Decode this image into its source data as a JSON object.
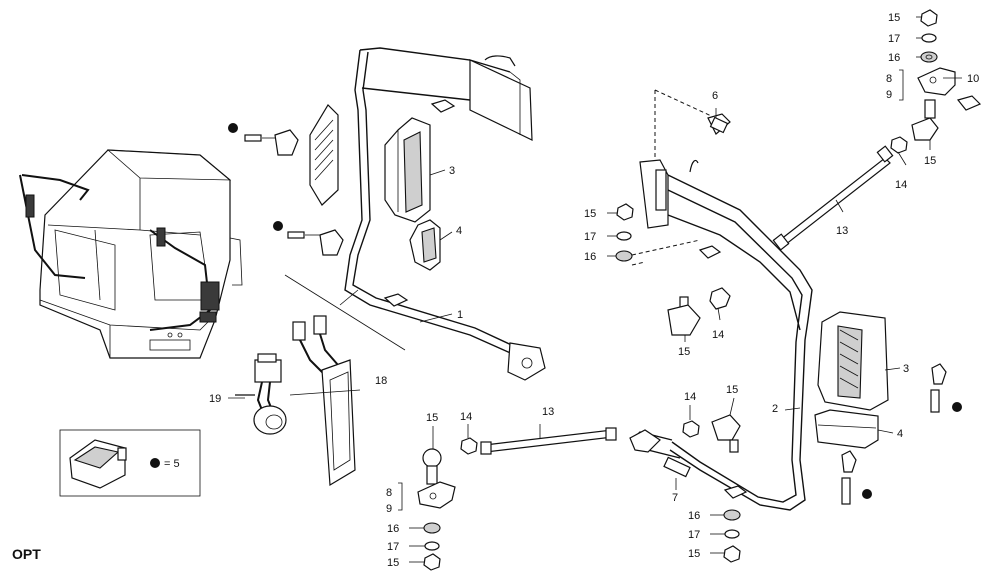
{
  "figure": {
    "variant_label": "OPT",
    "legend_text": "= 5"
  },
  "callouts": {
    "c1": "1",
    "c2": "2",
    "c3a": "3",
    "c3b": "3",
    "c4a": "4",
    "c4b": "4",
    "c6": "6",
    "c7": "7",
    "c8a": "8",
    "c9a": "9",
    "c8b": "8",
    "c9b": "9",
    "c10": "10",
    "c13a": "13",
    "c13b": "13",
    "c14a": "14",
    "c14b": "14",
    "c14c": "14",
    "c14d": "14",
    "c15a": "15",
    "c15b": "15",
    "c15c": "15",
    "c15d": "15",
    "c15e": "15",
    "c15f": "15",
    "c15g": "15",
    "c16a": "16",
    "c16b": "16",
    "c16c": "16",
    "c16d": "16",
    "c17a": "17",
    "c17b": "17",
    "c17c": "17",
    "c17d": "17",
    "c18": "18",
    "c19": "19"
  }
}
